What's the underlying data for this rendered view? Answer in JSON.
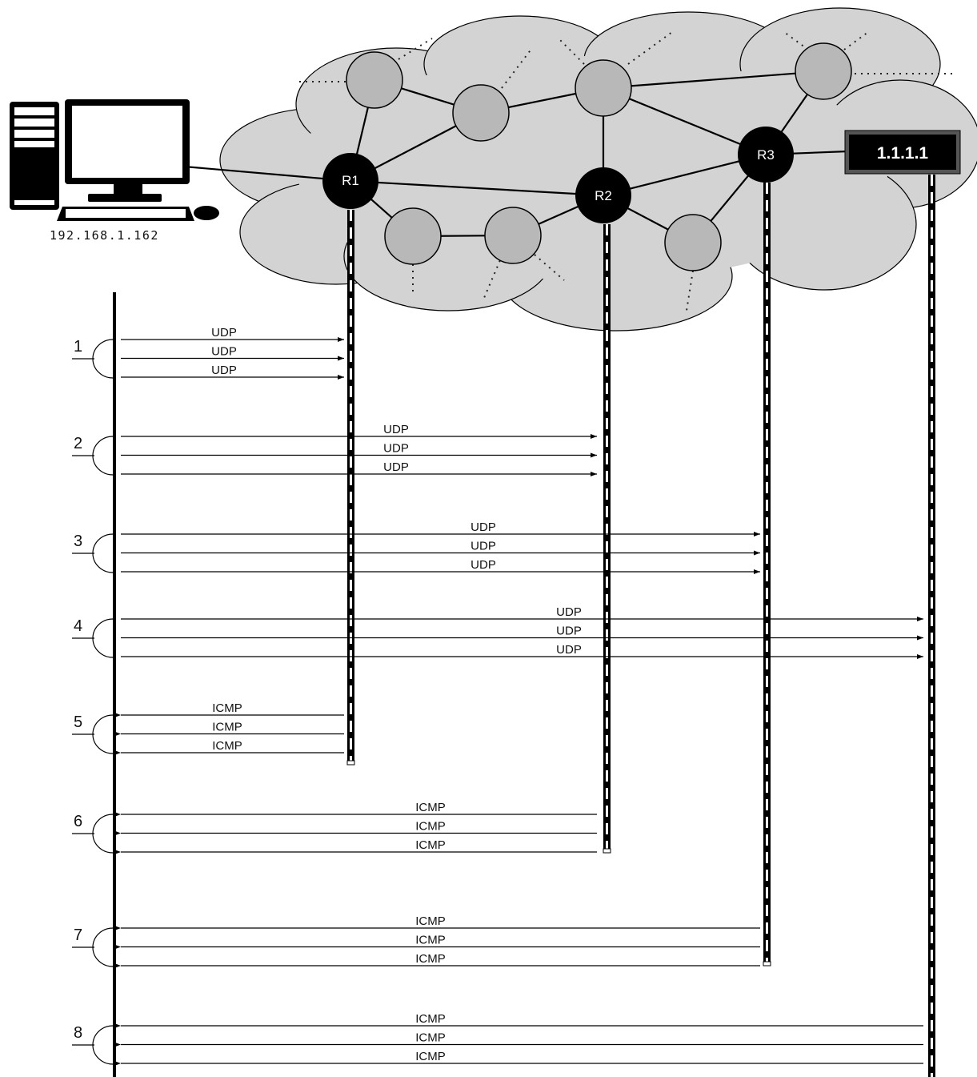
{
  "host": {
    "ip": "192.168.1.162",
    "icon": "desktop-computer-icon"
  },
  "routers": [
    {
      "id": "r1",
      "label": "R1"
    },
    {
      "id": "r2",
      "label": "R2"
    },
    {
      "id": "r3",
      "label": "R3"
    }
  ],
  "destination": {
    "label": "1.1.1.1"
  },
  "cloud": {
    "fill": "#d3d3d3",
    "node_fill": "#b8b8b8",
    "router_fill": "#000000"
  },
  "steps": [
    {
      "number": "1",
      "protocol": "UDP",
      "direction": "outbound",
      "target": "r1",
      "packets": 3
    },
    {
      "number": "2",
      "protocol": "UDP",
      "direction": "outbound",
      "target": "r2",
      "packets": 3
    },
    {
      "number": "3",
      "protocol": "UDP",
      "direction": "outbound",
      "target": "r3",
      "packets": 3
    },
    {
      "number": "4",
      "protocol": "UDP",
      "direction": "outbound",
      "target": "dest",
      "packets": 3
    },
    {
      "number": "5",
      "protocol": "ICMP",
      "direction": "inbound",
      "target": "r1",
      "packets": 3
    },
    {
      "number": "6",
      "protocol": "ICMP",
      "direction": "inbound",
      "target": "r2",
      "packets": 3
    },
    {
      "number": "7",
      "protocol": "ICMP",
      "direction": "inbound",
      "target": "r3",
      "packets": 3
    },
    {
      "number": "8",
      "protocol": "ICMP",
      "direction": "inbound",
      "target": "dest",
      "packets": 3
    }
  ]
}
